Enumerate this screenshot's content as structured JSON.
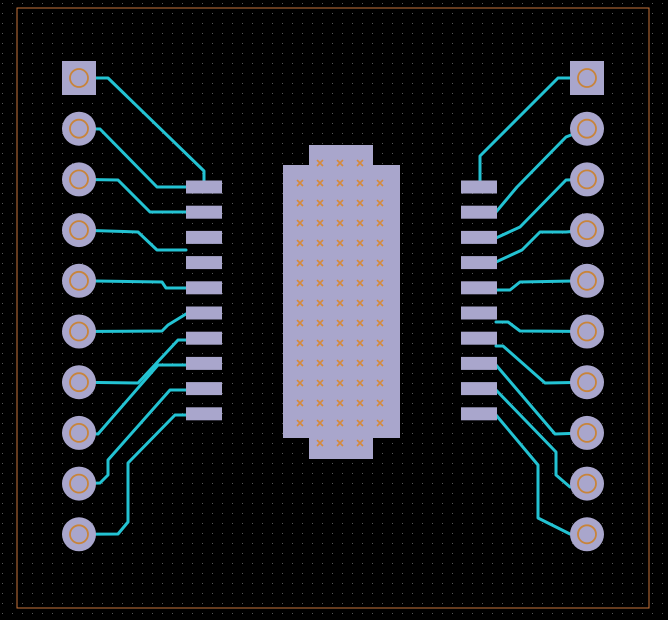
{
  "board": {
    "background": "#000000",
    "grid_color": "#5a5a5a",
    "outline_color": "#c8743a"
  },
  "colors": {
    "pad": "#a9a6cc",
    "trace": "#23c3d3",
    "drill": "#c8843a",
    "via_mark": "#d58a3c"
  },
  "components": {
    "left_header": {
      "pins": 10,
      "pin1_shape": "square"
    },
    "right_header": {
      "pins": 10,
      "pin1_shape": "square"
    },
    "left_smd_row": {
      "pads": 10
    },
    "right_smd_row": {
      "pads": 10
    },
    "center_pad": {
      "via_columns": 5,
      "via_rows": 15,
      "via_symbol": "×"
    }
  }
}
